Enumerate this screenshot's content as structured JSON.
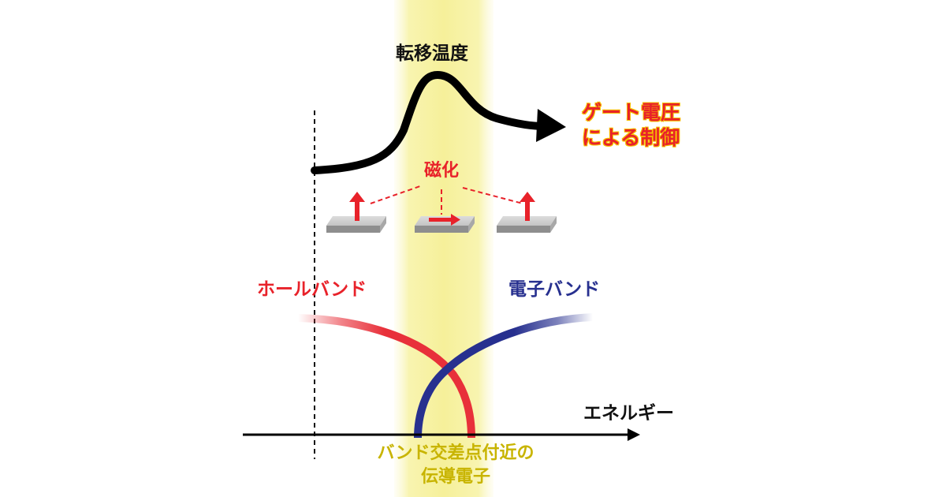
{
  "labels": {
    "transition_temperature": "転移温度",
    "gate_voltage_line1": "ゲート電圧",
    "gate_voltage_line2": "による制御",
    "magnetization": "磁化",
    "hole_band": "ホールバンド",
    "electron_band": "電子バンド",
    "energy": "エネルギー",
    "crossing_line1": "バンド交差点付近の",
    "crossing_line2": "伝導電子"
  },
  "colors": {
    "hole_band": "#e8303a",
    "electron_band": "#27308f",
    "highlight": "#f7f2a0",
    "accent_red": "#e8222a",
    "crossing_text": "#c8b400",
    "curve": "#000000"
  }
}
